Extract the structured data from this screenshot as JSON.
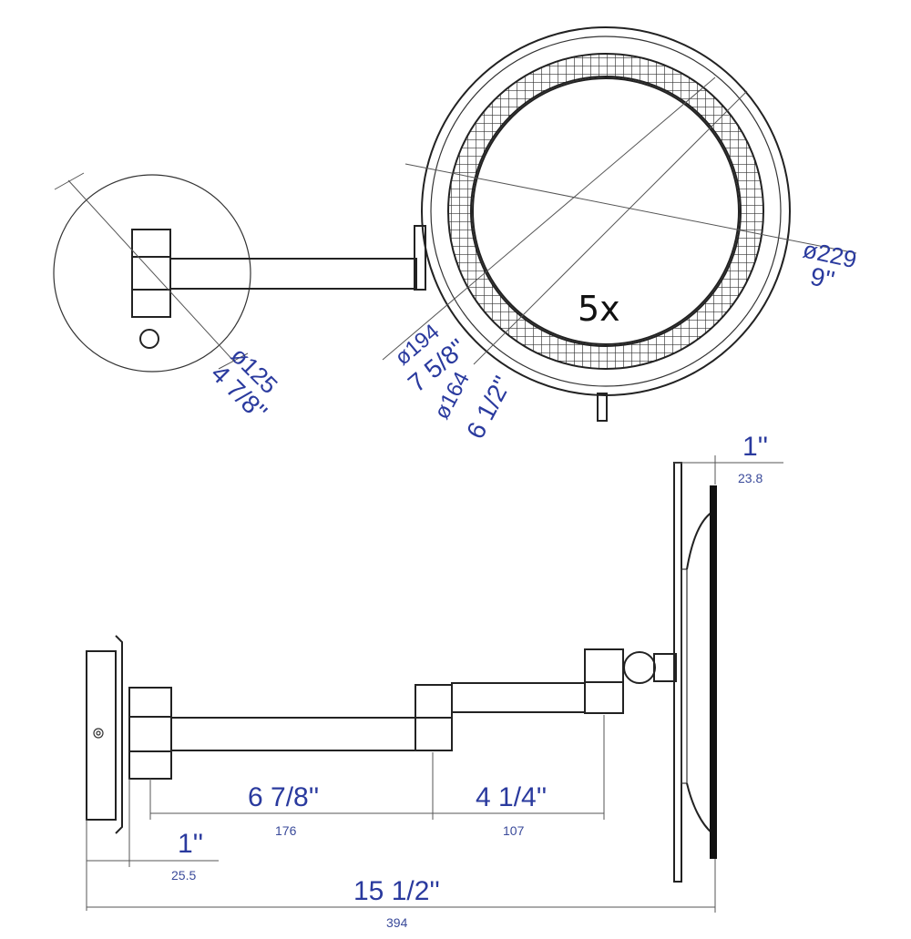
{
  "top_view": {
    "magnification": "5x",
    "dims": {
      "base_dia_mm": "ø125",
      "base_dia_in": "4 7/8''",
      "mirror_outer_mm": "ø229",
      "mirror_outer_in": "9''",
      "ring_mm": "ø194",
      "ring_in": "7 5/8''",
      "glass_mm": "ø164",
      "glass_in": "6 1/2''"
    }
  },
  "side_view": {
    "dims": {
      "arm1_in": "6 7/8''",
      "arm1_mm": "176",
      "arm2_in": "4 1/4''",
      "arm2_mm": "107",
      "base_depth_in": "1''",
      "base_depth_mm": "25.5",
      "mirror_depth_in": "1''",
      "mirror_depth_mm": "23.8",
      "total_in": "15 1/2''",
      "total_mm": "394"
    }
  },
  "colors": {
    "dimension_text": "#2a3a9e",
    "line": "#222222"
  }
}
